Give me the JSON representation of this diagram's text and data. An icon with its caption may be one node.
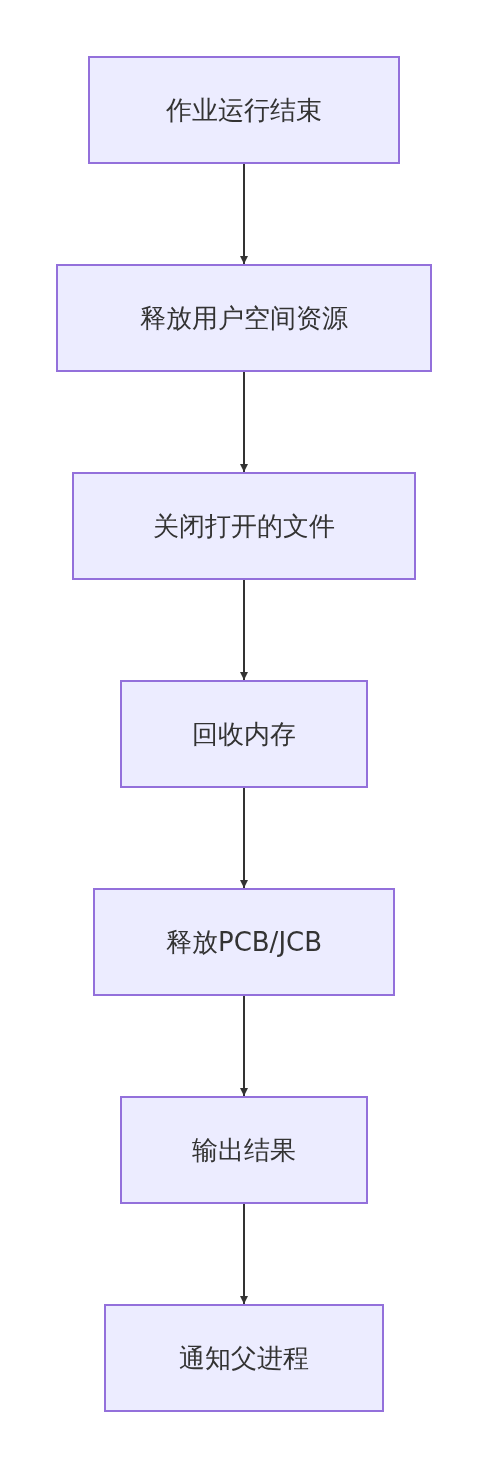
{
  "diagram": {
    "nodes": [
      {
        "text": [
          "作业运行结束"
        ]
      },
      {
        "text": [
          "释放用户空间资源"
        ]
      },
      {
        "text": [
          "关闭打开的文件"
        ]
      },
      {
        "text": [
          "回收内存"
        ]
      },
      {
        "text": [
          "释放PCB/JCB"
        ]
      },
      {
        "text": [
          "输出结果"
        ]
      },
      {
        "text": [
          "通知父进程"
        ]
      }
    ],
    "edges": [
      {
        "from": 0,
        "to": 1,
        "arrow": "to"
      },
      {
        "from": 1,
        "to": 2,
        "arrow": "to"
      },
      {
        "from": 2,
        "to": 3,
        "arrow": "to"
      },
      {
        "from": 3,
        "to": 4,
        "arrow": "to"
      },
      {
        "from": 4,
        "to": 5,
        "arrow": "to"
      },
      {
        "from": 5,
        "to": 6,
        "arrow": "to"
      }
    ]
  }
}
